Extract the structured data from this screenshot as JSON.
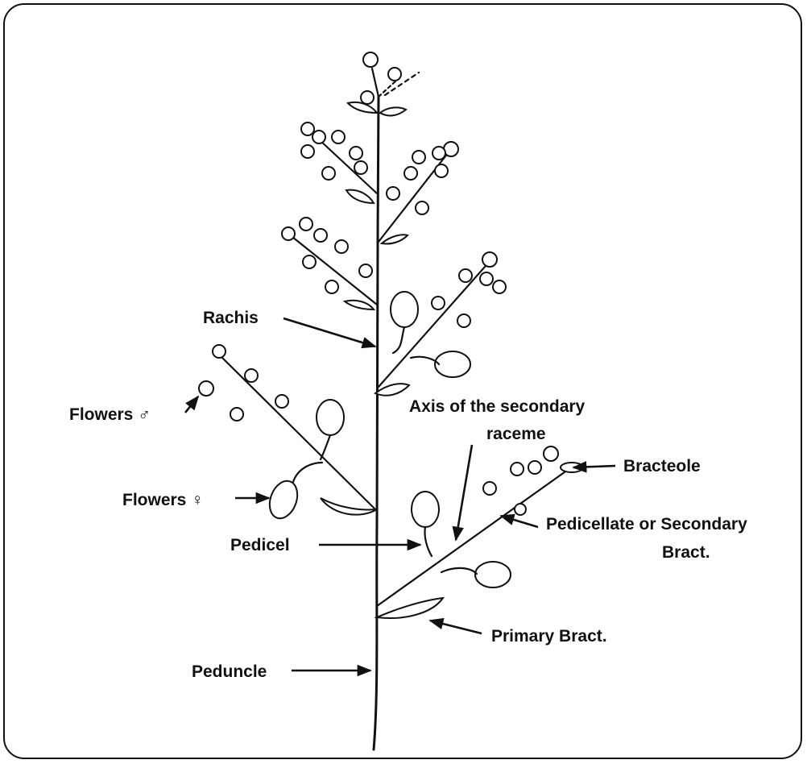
{
  "labels": {
    "rachis": "Rachis",
    "flowers_male": "Flowers ♂",
    "flowers_female": "Flowers ♀",
    "axis_line1": "Axis of the secondary",
    "axis_line2": "raceme",
    "bracteole": "Bracteole",
    "pedicellate_line1": "Pedicellate or Secondary",
    "pedicellate_line2": "Bract.",
    "pedicel": "Pedicel",
    "primary_bract": "Primary Bract.",
    "peduncle": "Peduncle"
  },
  "colors": {
    "ink": "#111111",
    "paper": "#ffffff"
  }
}
